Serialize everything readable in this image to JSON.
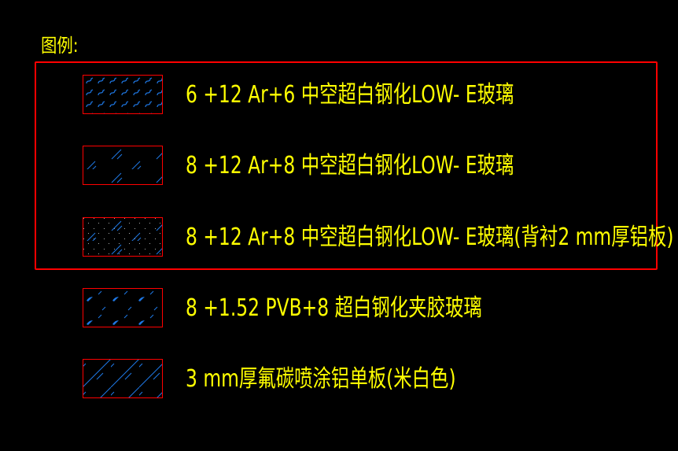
{
  "title": "图例:",
  "colors": {
    "text": "#ffff00",
    "frame": "#ff0000",
    "hatch": "#1e78e6",
    "background": "#000000"
  },
  "legend": [
    {
      "label": "6 +12 Ar+6 中空超白钢化LOW- E玻璃",
      "pattern": "wave"
    },
    {
      "label": "8 +12 Ar+8 中空超白钢化LOW- E玻璃",
      "pattern": "glass"
    },
    {
      "label": "8 +12 Ar+8 中空超白钢化LOW- E玻璃(背衬2 mm厚铝板)",
      "pattern": "glass-dots"
    },
    {
      "label": "8 +1.52 PVB+8 超白钢化夹胶玻璃",
      "pattern": "laminated"
    },
    {
      "label": "3 mm厚氟碳喷涂铝单板(米白色)",
      "pattern": "diagonal"
    }
  ]
}
